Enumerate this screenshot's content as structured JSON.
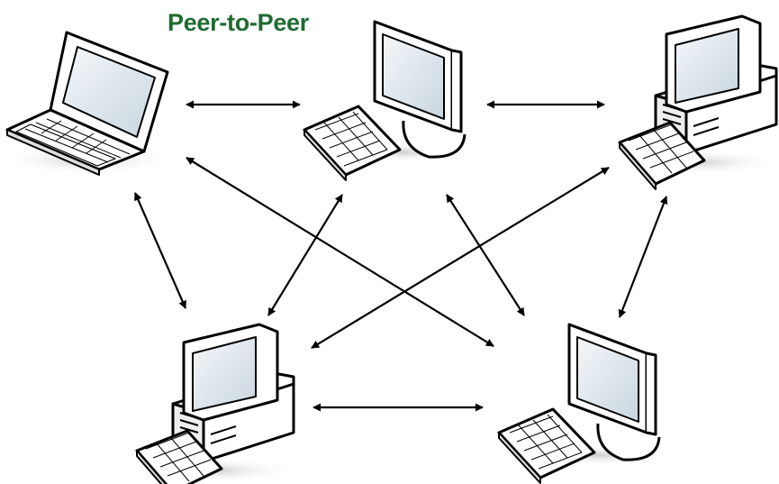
{
  "title": "Peer-to-Peer",
  "colors": {
    "title": "#1f6b32",
    "stroke": "#000000",
    "screen": "#dfe8ee",
    "body": "#ffffff"
  },
  "nodes": [
    {
      "id": "laptop",
      "kind": "laptop",
      "icon": "laptop-icon"
    },
    {
      "id": "lcd-top",
      "kind": "lcd-monitor",
      "icon": "lcd-monitor-icon"
    },
    {
      "id": "desktop-top-right",
      "kind": "desktop-pc",
      "icon": "desktop-pc-icon"
    },
    {
      "id": "desktop-bottom-left",
      "kind": "desktop-pc",
      "icon": "desktop-pc-icon"
    },
    {
      "id": "lcd-bottom-right",
      "kind": "lcd-monitor",
      "icon": "lcd-monitor-icon"
    }
  ],
  "connections": [
    {
      "from": "laptop",
      "to": "lcd-top"
    },
    {
      "from": "lcd-top",
      "to": "desktop-top-right"
    },
    {
      "from": "laptop",
      "to": "desktop-bottom-left"
    },
    {
      "from": "desktop-top-right",
      "to": "lcd-bottom-right"
    },
    {
      "from": "desktop-bottom-left",
      "to": "lcd-bottom-right"
    },
    {
      "from": "laptop",
      "to": "lcd-bottom-right"
    },
    {
      "from": "desktop-top-right",
      "to": "desktop-bottom-left"
    },
    {
      "from": "lcd-top",
      "to": "desktop-bottom-left"
    },
    {
      "from": "lcd-top",
      "to": "lcd-bottom-right"
    }
  ]
}
